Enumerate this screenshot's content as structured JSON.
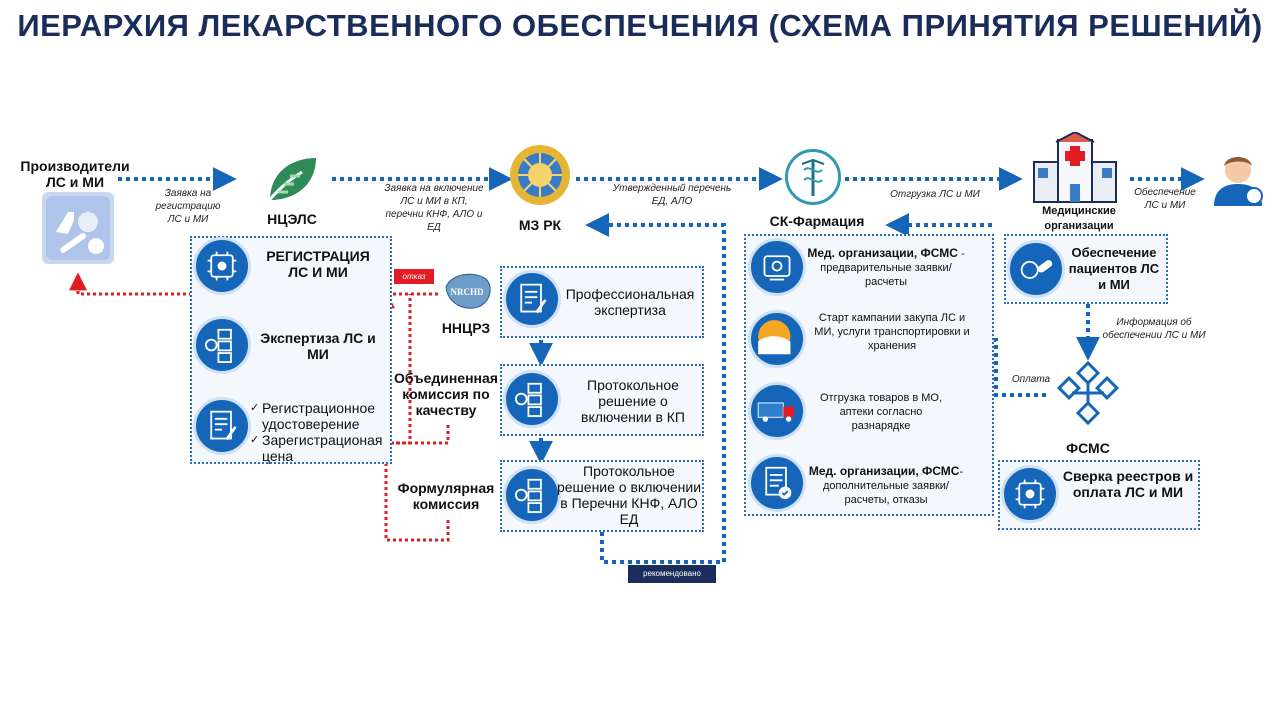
{
  "title": "ИЕРАРХИЯ ЛЕКАРСТВЕННОГО ОБЕСПЕЧЕНИЯ (СХЕМА ПРИНЯТИЯ РЕШЕНИЙ)",
  "nodes": {
    "producers": "Производители ЛС и МИ",
    "ncels": "НЦЭЛС",
    "mz": "МЗ РК",
    "skf": "СК-Фармация",
    "medorg": "Медицинские организации",
    "nnczr": "ННЦРЗ",
    "nnczr_logo": "NRCHD",
    "fsms": "ФСМС",
    "oks": "Объединенная комиссия по качеству",
    "formular": "Формулярная комиссия"
  },
  "arrows": {
    "reg_request": "Заявка на регистрацию ЛС и МИ",
    "kp_request": "Заявка на включение ЛС и МИ в КП, перечни КНФ, АЛО и ЕД",
    "approved_list": "Утвержденный перечень ЕД, АЛО",
    "shipment": "Отгрузка ЛС и МИ",
    "provision": "Обеспечение ЛС и МИ",
    "info_provision": "Информация об обеспечении ЛС и МИ",
    "payment": "Оплата",
    "refusal": "отказ",
    "recommended": "рекомендовано"
  },
  "ncels_panel": {
    "step1": "РЕГИСТРАЦИЯ ЛС И МИ",
    "step2": "Экспертиза ЛС и МИ",
    "step3_items": [
      "Регистрационное удостоверение",
      "Зарегистрационая цена"
    ]
  },
  "mz_panel": {
    "step1": "Профессиональная экспертиза",
    "step2": "Протокольное решение о включении в КП",
    "step3": "Протокольное решение о включении в Перечни КНФ, АЛО ЕД"
  },
  "skf_panel": {
    "step1_bold": "Мед. организации, ФСМС",
    "step1_rest": " - предварительные заявки/расчеты",
    "step2": "Старт кампании закупа ЛС и МИ, услуги транспортировки и хранения",
    "step3": "Отгрузка товаров в МО, аптеки согласно разнарядке",
    "step4_bold": "Мед. организации, ФСМС",
    "step4_rest": "- дополнительные заявки/расчеты, отказы"
  },
  "right_panels": {
    "provision_box": "Обеспечение пациентов ЛС и МИ",
    "reconcile_box": "Сверка реестров и оплата ЛС и МИ"
  },
  "colors": {
    "primary": "#1565b8",
    "navy": "#1a2c5a",
    "red": "#e31b23",
    "panel_bg": "#f4f7fb"
  }
}
